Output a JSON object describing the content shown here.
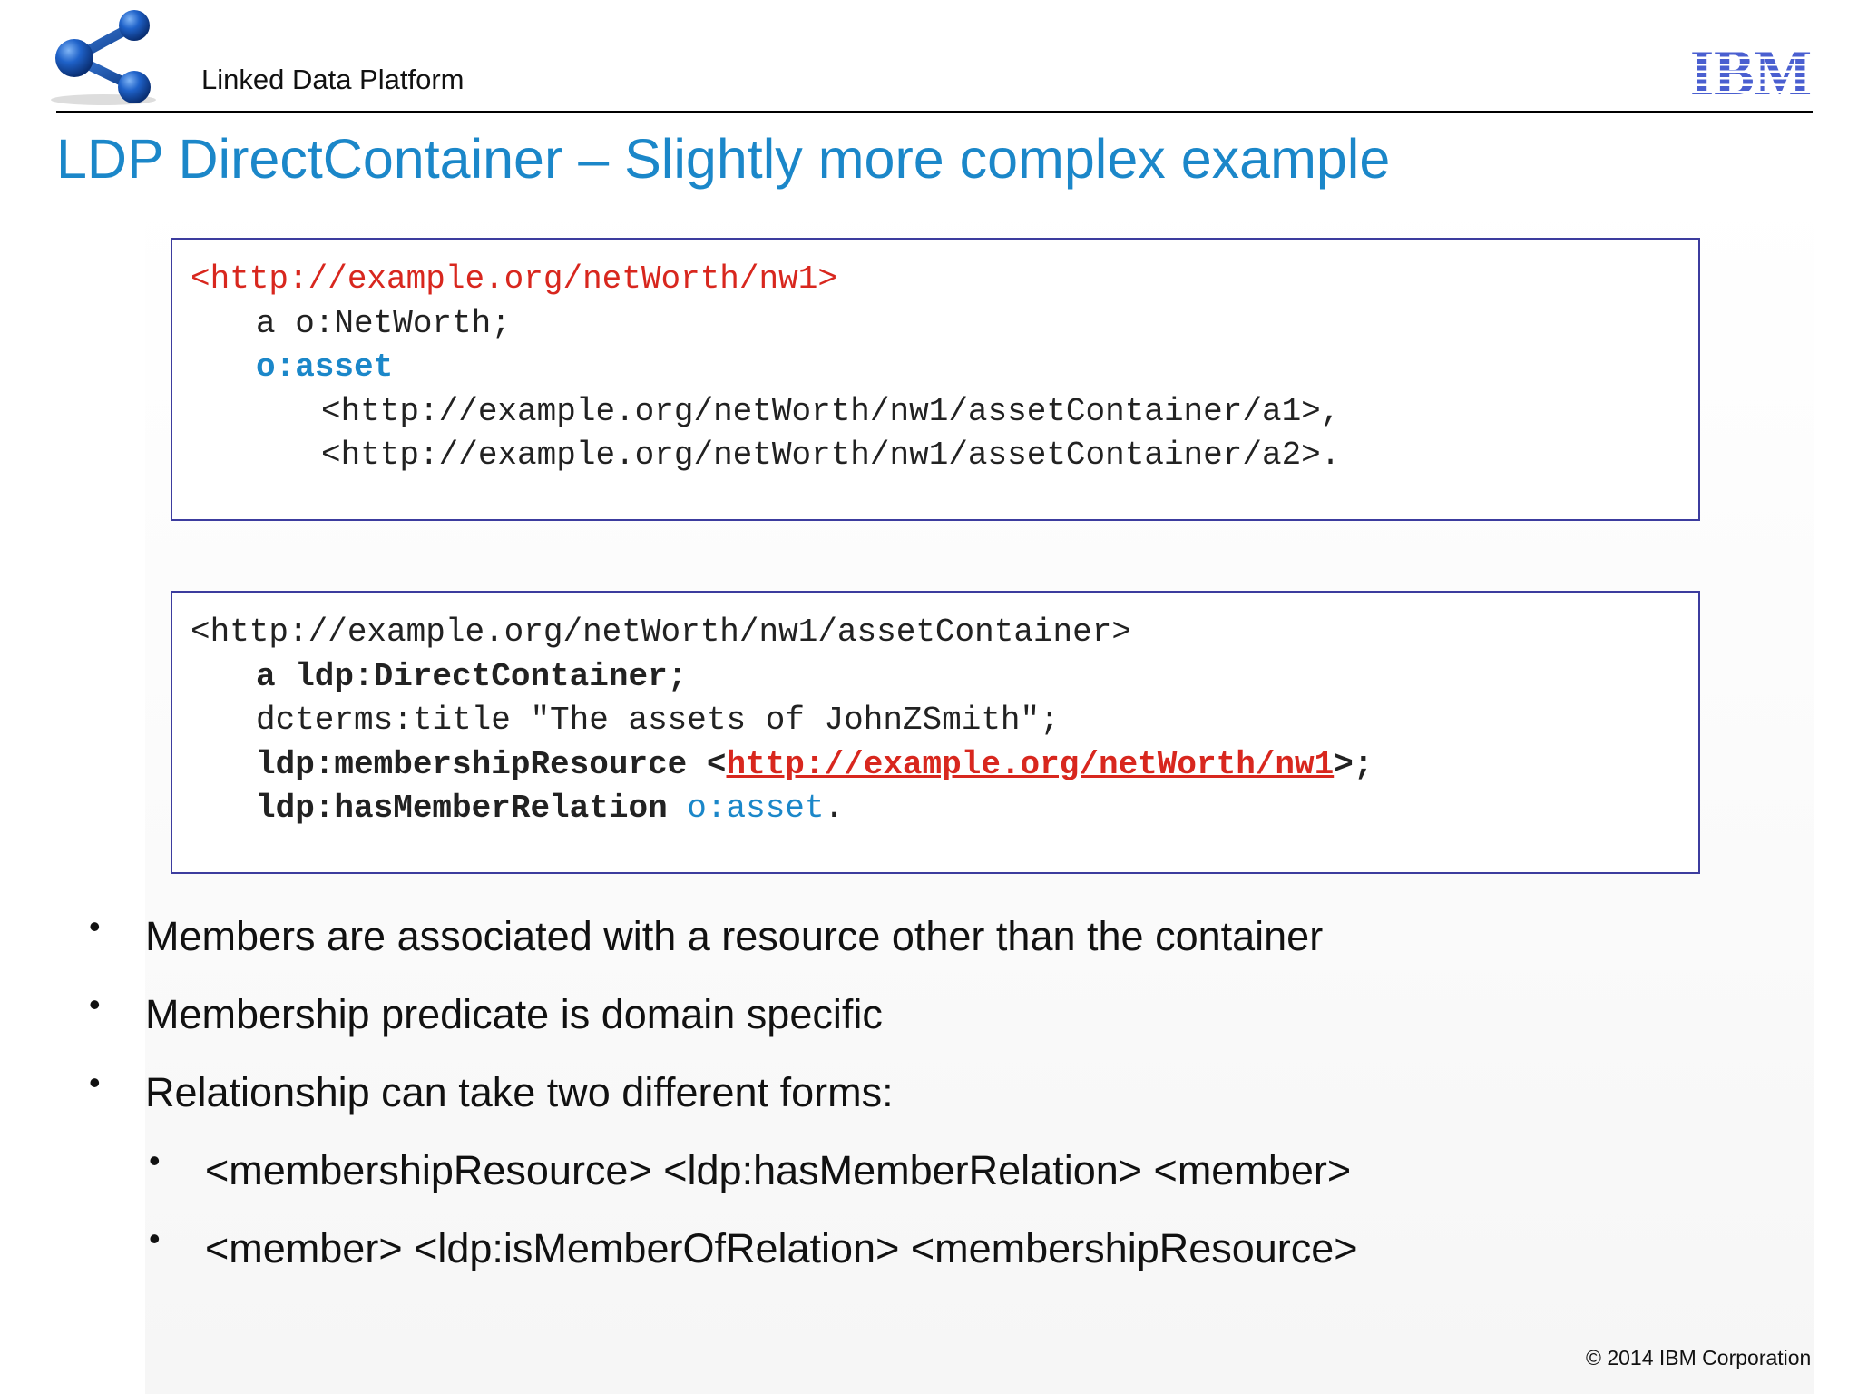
{
  "header": {
    "title": "Linked Data Platform",
    "brand": "IBM"
  },
  "slide": {
    "title": "LDP DirectContainer – Slightly more complex example"
  },
  "code_block_1": {
    "line1_uri": "<http://example.org/netWorth/nw1>",
    "line2": "a o:NetWorth;",
    "line3": "o:asset",
    "line4": "<http://example.org/netWorth/nw1/assetContainer/a1>,",
    "line5": "<http://example.org/netWorth/nw1/assetContainer/a2>."
  },
  "code_block_2": {
    "line1": "<http://example.org/netWorth/nw1/assetContainer>",
    "line2": "a ldp:DirectContainer;",
    "line3": "dcterms:title \"The assets of JohnZSmith\";",
    "line4_predicate": "ldp:membershipResource ",
    "line4_open": "<",
    "line4_uri": "http://example.org/netWorth/nw1",
    "line4_close": ">;",
    "line5_predicate": "ldp:hasMemberRelation ",
    "line5_object": "o:asset",
    "line5_end": "."
  },
  "bullets": [
    "Members are associated with a resource other than the container",
    "Membership predicate is domain specific",
    "Relationship can take two different forms:"
  ],
  "sub_bullets": [
    "<membershipResource> <ldp:hasMemberRelation> <member>",
    "<member> <ldp:isMemberOfRelation> <membershipResource>"
  ],
  "bullet_marker": "•",
  "footer": {
    "copyright": "© 2014 IBM Corporation"
  },
  "colors": {
    "title_blue": "#1b87c9",
    "code_red": "#d8271e",
    "box_border": "#3c3c9e"
  }
}
